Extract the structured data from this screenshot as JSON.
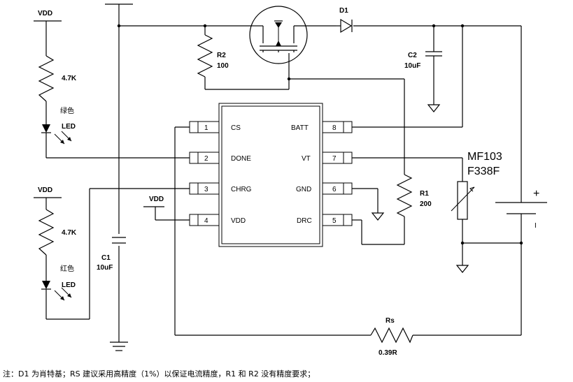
{
  "ic": {
    "pins_left": [
      {
        "num": "1",
        "name": "CS"
      },
      {
        "num": "2",
        "name": "DONE"
      },
      {
        "num": "3",
        "name": "CHRG"
      },
      {
        "num": "4",
        "name": "VDD"
      }
    ],
    "pins_right": [
      {
        "num": "8",
        "name": "BATT"
      },
      {
        "num": "7",
        "name": "VT"
      },
      {
        "num": "6",
        "name": "GND"
      },
      {
        "num": "5",
        "name": "DRC"
      }
    ]
  },
  "labels": {
    "vdd_top_left": "VDD",
    "vdd_bottom_left": "VDD",
    "vdd_pin4": "VDD",
    "r_green": "4.7K",
    "r_red": "4.7K",
    "led_green_color": "绿色",
    "led_green": "LED",
    "led_red_color": "红色",
    "led_red": "LED",
    "r2_name": "R2",
    "r2_value": "100",
    "d1": "D1",
    "c2_name": "C2",
    "c2_value": "10uF",
    "c1_name": "C1",
    "c1_value": "10uF",
    "r1_name": "R1",
    "r1_value": "200",
    "thermistor_line1": "MF103",
    "thermistor_line2": "F338F",
    "battery_plus": "+",
    "battery_minus": "I",
    "rs_name": "Rs",
    "rs_value": "0.39R"
  },
  "note": "注：D1 为肖特基；RS 建议采用高精度（1%）以保证电流精度，R1 和 R2 没有精度要求；"
}
